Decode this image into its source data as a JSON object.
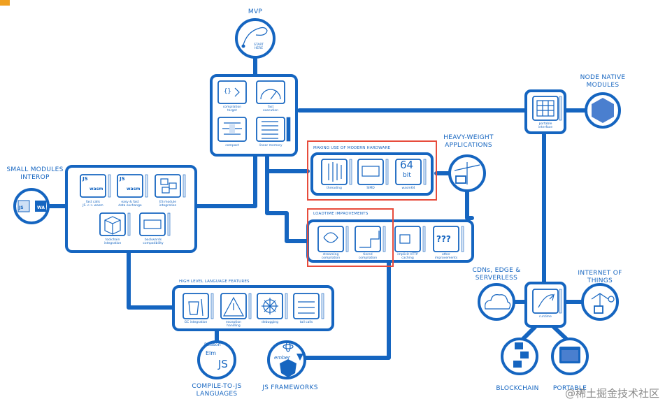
{
  "labels": {
    "mvp": "MVP",
    "node_native": "NODE NATIVE\nMODULES",
    "small_modules": "SMALL MODULES\nINTEROP",
    "heavy_weight": "HEAVY-WEIGHT\nAPPLICATIONS",
    "cdns": "CDNs, EDGE &\nSERVERLESS",
    "iot": "INTERNET OF\nTHINGS",
    "compile_to_js": "COMPILE-TO-JS\nLANGUAGES",
    "js_frameworks": "JS FRAMEWORKS",
    "blockchain": "BLOCKCHAIN",
    "portable": "PORTABLE"
  },
  "sections": {
    "modern_hardware": "MAKING USE OF MODERN HARDWARE",
    "loadtime": "LOADTIME IMPROVEMENTS",
    "high_level": "HIGH LEVEL LANGUAGE FEATURES"
  },
  "captions": {
    "mvp_start": "START\nHERE",
    "compile_target": "compilation\ntarget",
    "fast_execution": "fast\nexecution",
    "compact": "compact",
    "linear_memory": "linear memory",
    "fast_calls": "fast calls\nJS <-> wasm",
    "easy_data": "easy & fast\ndata exchange",
    "es_module": "ES module\nintegration",
    "toolchain": "toolchain\nintegration",
    "backwards": "backwards\ncompatibility",
    "threading": "threading",
    "simd": "SIMD",
    "wasm64": "wasm64",
    "streaming": "streaming\ncompilation",
    "tiered": "tiered\ncompilation",
    "implicit_http": "implicit HTTP\ncaching",
    "other_improvements": "other\nimprovements",
    "portable_interface": "portable\ninterface",
    "runtime": "runtime",
    "gc": "GC integration",
    "exception": "exception\nhandling",
    "debugging": "debugging",
    "tail_calls": "tail calls"
  },
  "icon_text": {
    "wasm": "wasm",
    "js": "JS",
    "bit64_top": "64",
    "bit64_bottom": "bit",
    "qqq": "???",
    "ember": "ember",
    "reason": "Reason",
    "elm": "Elm",
    "js_big": "JS",
    "wa": "WA"
  },
  "watermark": "@稀土掘金技术社区",
  "colors": {
    "primary": "#1565c0",
    "highlight": "#e74c3c",
    "pale": "#cfe0f5"
  }
}
